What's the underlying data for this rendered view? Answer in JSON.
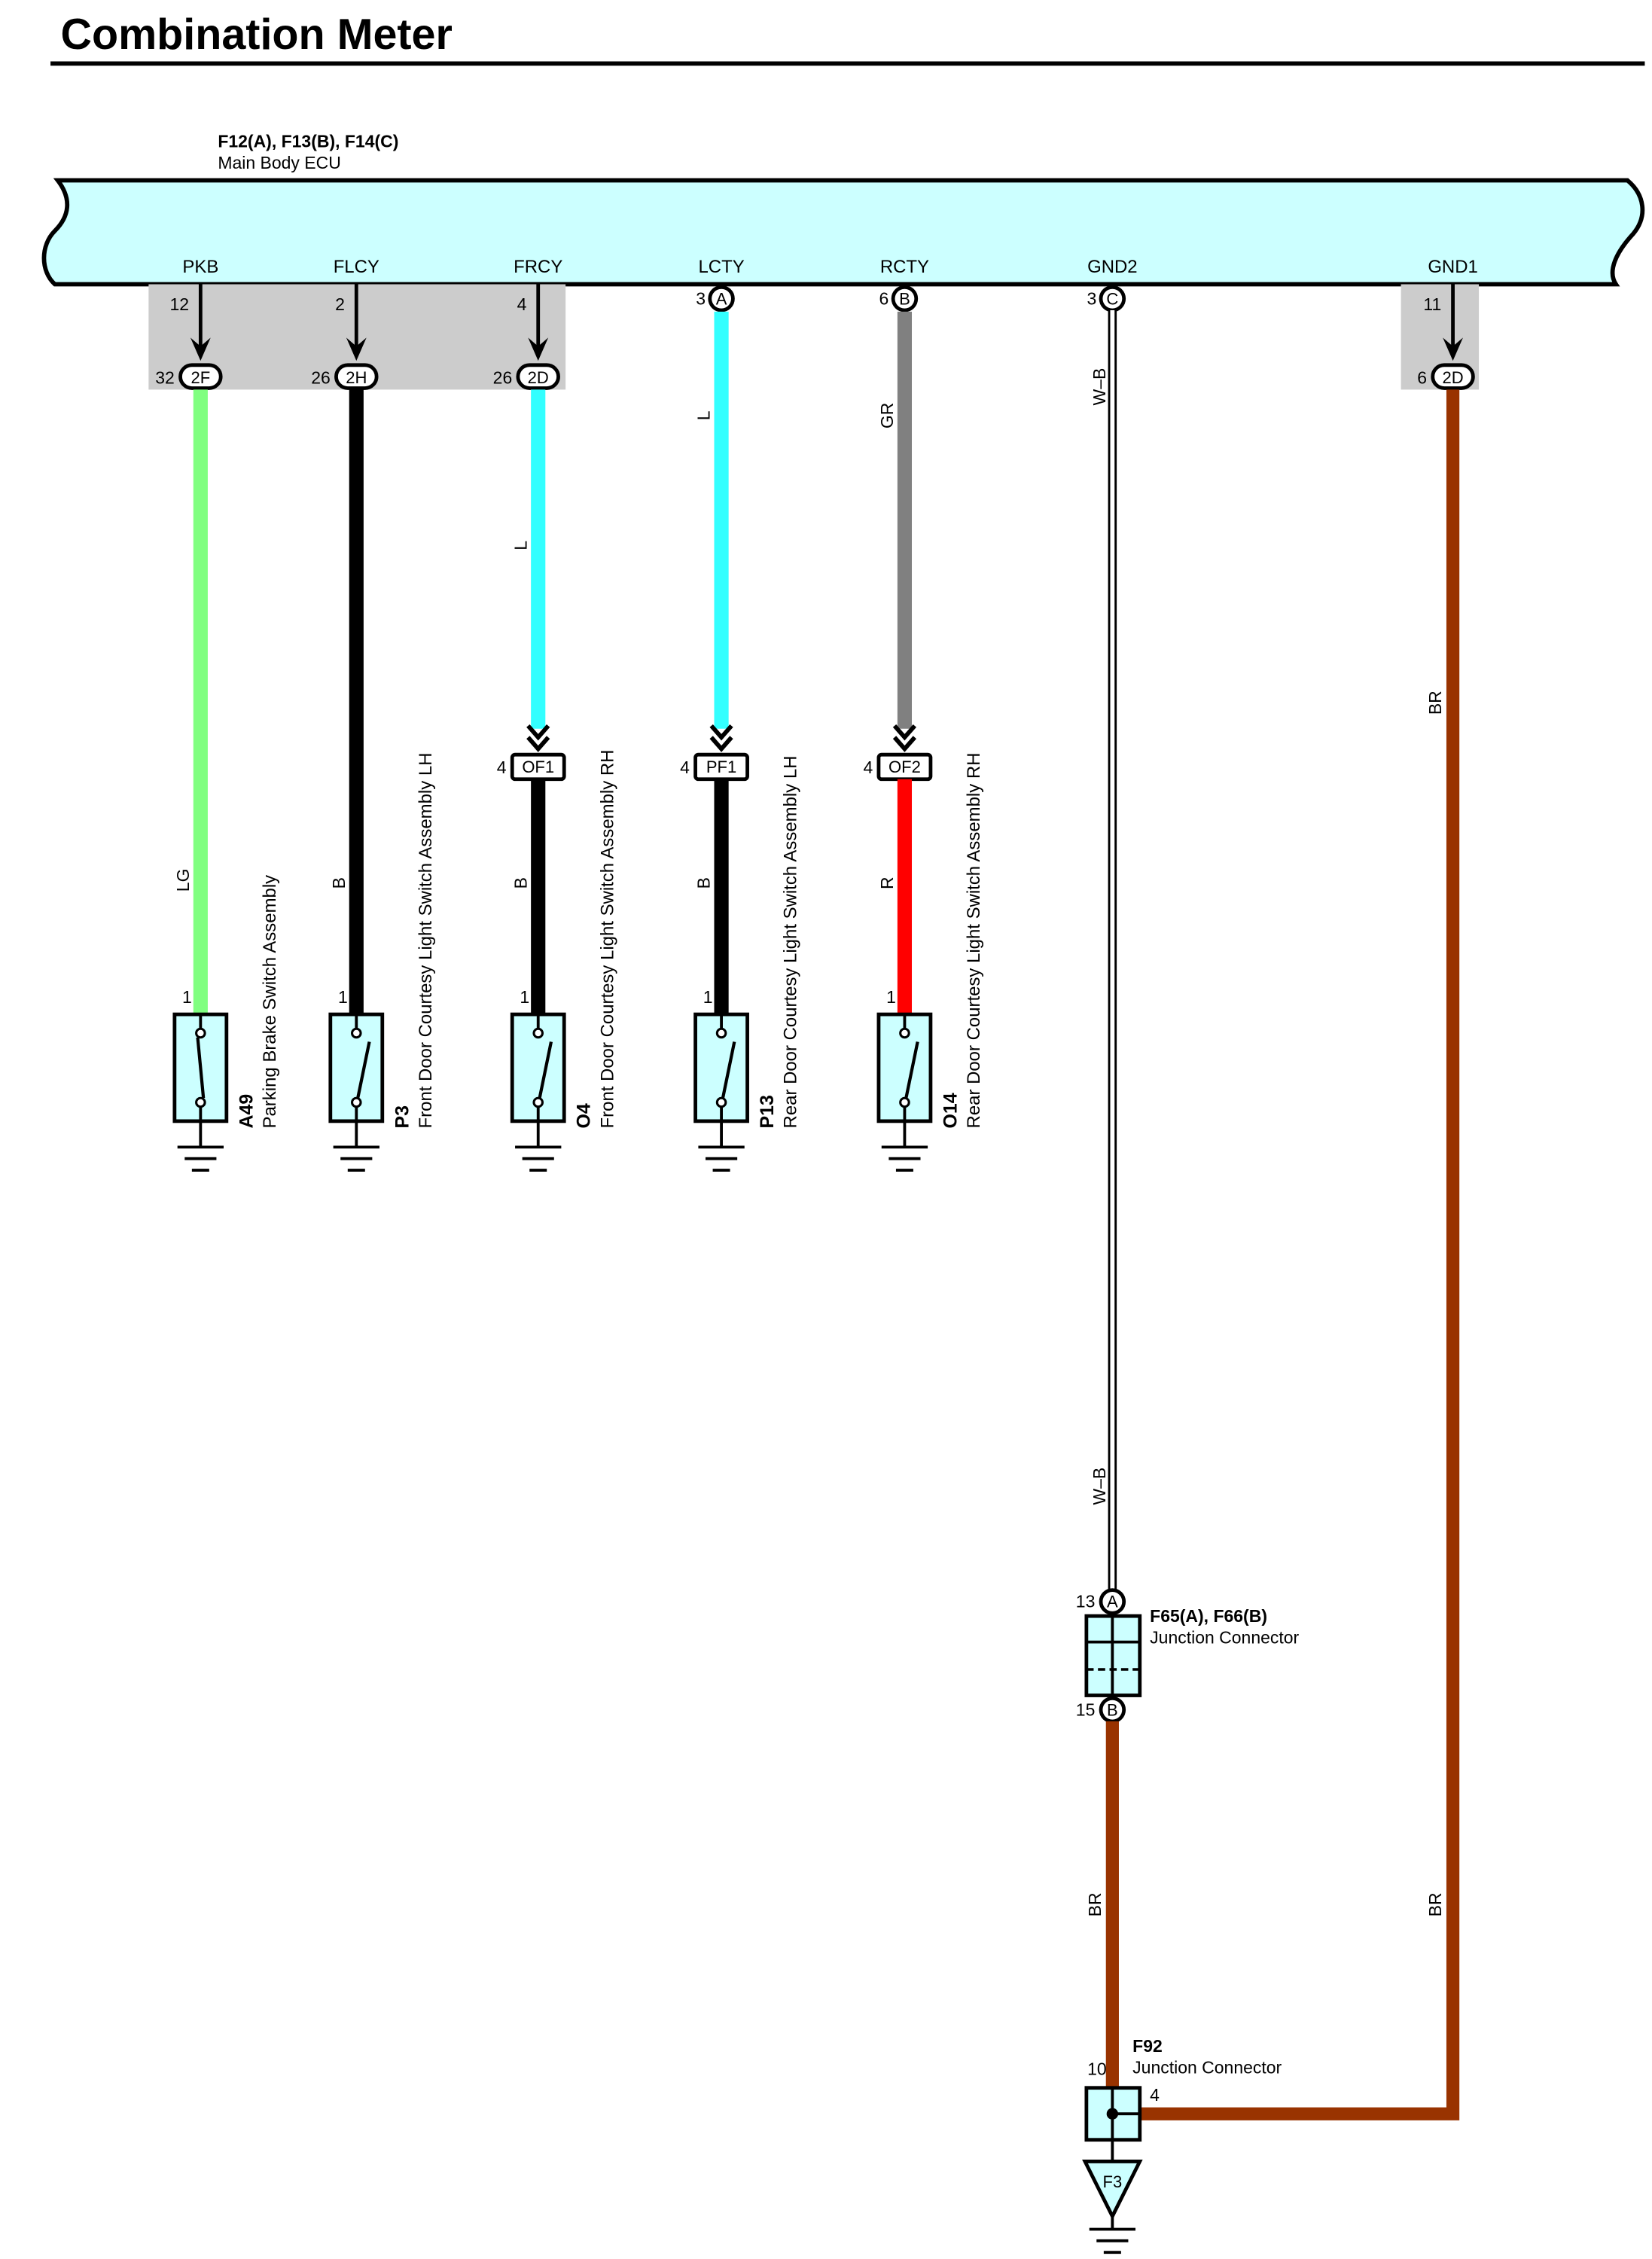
{
  "title": "Combination Meter",
  "colors": {
    "component_fill": "#ccffff",
    "splice_shading": "#cccccc"
  },
  "ecu": {
    "connectors": "F12(A), F13(B), F14(C)",
    "name": "Main Body ECU"
  },
  "circuits": {
    "pkb": {
      "terminal": "PKB",
      "ecu_pin": "12",
      "junction": {
        "id": "2F",
        "pin": "32"
      },
      "wire": {
        "label": "LG",
        "color": "#80ff80"
      },
      "switch": {
        "pin": "1",
        "code": "A49",
        "name": "Parking Brake Switch Assembly"
      }
    },
    "flcy": {
      "terminal": "FLCY",
      "ecu_pin": "2",
      "junction": {
        "id": "2H",
        "pin": "26"
      },
      "wire": {
        "label": "B",
        "color": "#000000"
      },
      "switch": {
        "pin": "1",
        "code": "P3",
        "name": "Front Door Courtesy Light Switch Assembly LH"
      }
    },
    "frcy": {
      "terminal": "FRCY",
      "ecu_pin": "4",
      "junction": {
        "id": "2D",
        "pin": "26"
      },
      "wire_upper": {
        "label": "L",
        "color": "#33ffff"
      },
      "inline_connector": {
        "id": "OF1",
        "pin": "4"
      },
      "wire_lower": {
        "label": "B",
        "color": "#000000"
      },
      "switch": {
        "pin": "1",
        "code": "O4",
        "name": "Front Door Courtesy Light Switch Assembly RH"
      }
    },
    "lcty": {
      "terminal": "LCTY",
      "ecu_pin": "3",
      "ecu_connector": "A",
      "wire_upper": {
        "label": "L",
        "color": "#33ffff"
      },
      "inline_connector": {
        "id": "PF1",
        "pin": "4"
      },
      "wire_lower": {
        "label": "B",
        "color": "#000000"
      },
      "switch": {
        "pin": "1",
        "code": "P13",
        "name": "Rear Door Courtesy Light Switch Assembly LH"
      }
    },
    "rcty": {
      "terminal": "RCTY",
      "ecu_pin": "6",
      "ecu_connector": "B",
      "wire_upper": {
        "label": "GR",
        "color": "#808080"
      },
      "inline_connector": {
        "id": "OF2",
        "pin": "4"
      },
      "wire_lower": {
        "label": "R",
        "color": "#ff0000"
      },
      "switch": {
        "pin": "1",
        "code": "O14",
        "name": "Rear Door Courtesy Light Switch Assembly RH"
      }
    },
    "gnd2": {
      "terminal": "GND2",
      "ecu_pin": "3",
      "ecu_connector": "C",
      "wire_upper": {
        "label": "W–B",
        "color": "#ffffff"
      },
      "junction_connector": {
        "connectors": "F65(A), F66(B)",
        "name": "Junction Connector",
        "in_pin": "13",
        "in_connector": "A",
        "out_pin": "15",
        "out_connector": "B"
      },
      "wire_lower": {
        "label": "BR",
        "color": "#993300"
      }
    },
    "gnd1": {
      "terminal": "GND1",
      "ecu_pin": "11",
      "junction": {
        "id": "2D",
        "pin": "6"
      },
      "wire": {
        "label": "BR",
        "color": "#993300"
      }
    }
  },
  "ground_junction": {
    "connector": "F92",
    "name": "Junction Connector",
    "pin_a": "10",
    "pin_b": "4"
  },
  "ground_point": {
    "id": "F3"
  }
}
